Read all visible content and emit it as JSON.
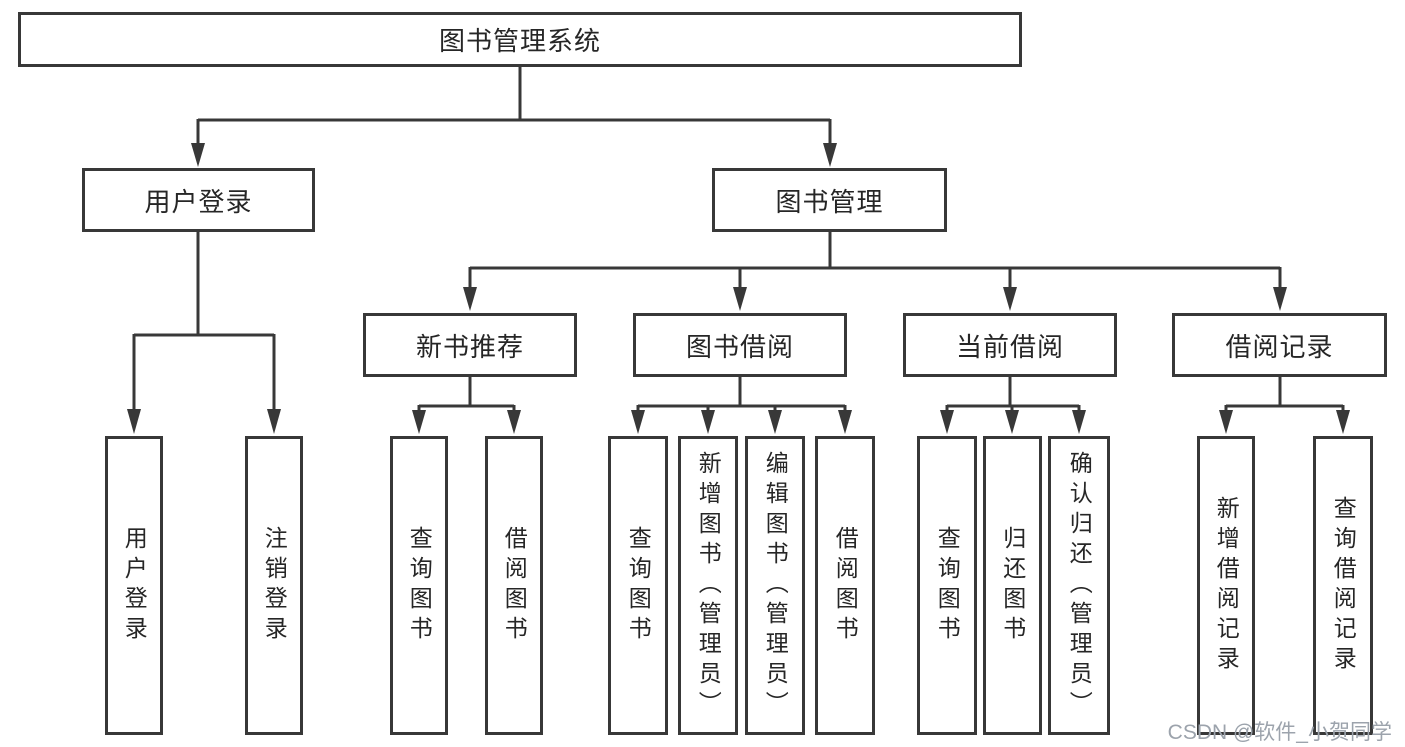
{
  "diagram": {
    "root": {
      "label": "图书管理系统"
    },
    "branches": [
      {
        "label": "用户登录",
        "children": [
          "用户登录",
          "注销登录"
        ]
      },
      {
        "label": "图书管理",
        "sections": [
          {
            "label": "新书推荐",
            "children": [
              "查询图书",
              "借阅图书"
            ]
          },
          {
            "label": "图书借阅",
            "children": [
              "查询图书",
              "新增图书（管理员）",
              "编辑图书（管理员）",
              "借阅图书"
            ]
          },
          {
            "label": "当前借阅",
            "children": [
              "查询图书",
              "归还图书",
              "确认归还（管理员）"
            ]
          },
          {
            "label": "借阅记录",
            "children": [
              "新增借阅记录",
              "查询借阅记录"
            ]
          }
        ]
      }
    ],
    "colors": {
      "line": "#383838",
      "text": "#262626",
      "watermark": "#9CA3AC",
      "background": "#FFFFFF"
    }
  },
  "watermark": {
    "text": "CSDN @软件_小贺同学"
  }
}
